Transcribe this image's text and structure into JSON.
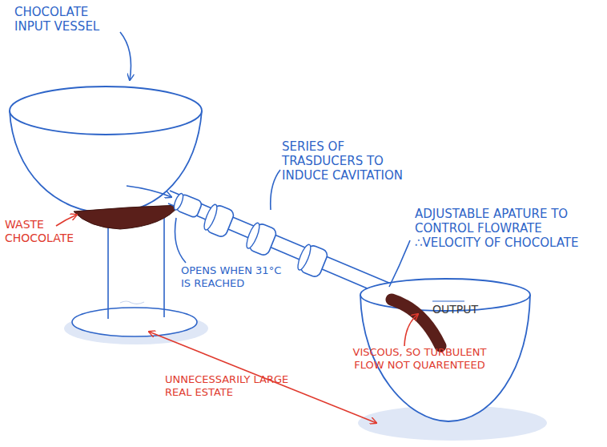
{
  "diagram": {
    "labels": [
      "CHOCOLATE INPUT VESSEL",
      "SERIES OF TRASDUCERS TO INDUCE CAVITATION",
      "ADJUSTABLE APATURE TO CONTROL FLOWRATE ∴VELOCITY OF CHOCOLATE",
      "WASTE CHOCOLATE",
      "OPENS WHEN 31°C IS REACHED",
      "OUTPUT",
      "VISCOUS, SO TURBULENT FLOW NOT QUARENTEED",
      "UNNECESSARILY LARGE REAL ESTATE"
    ]
  }
}
